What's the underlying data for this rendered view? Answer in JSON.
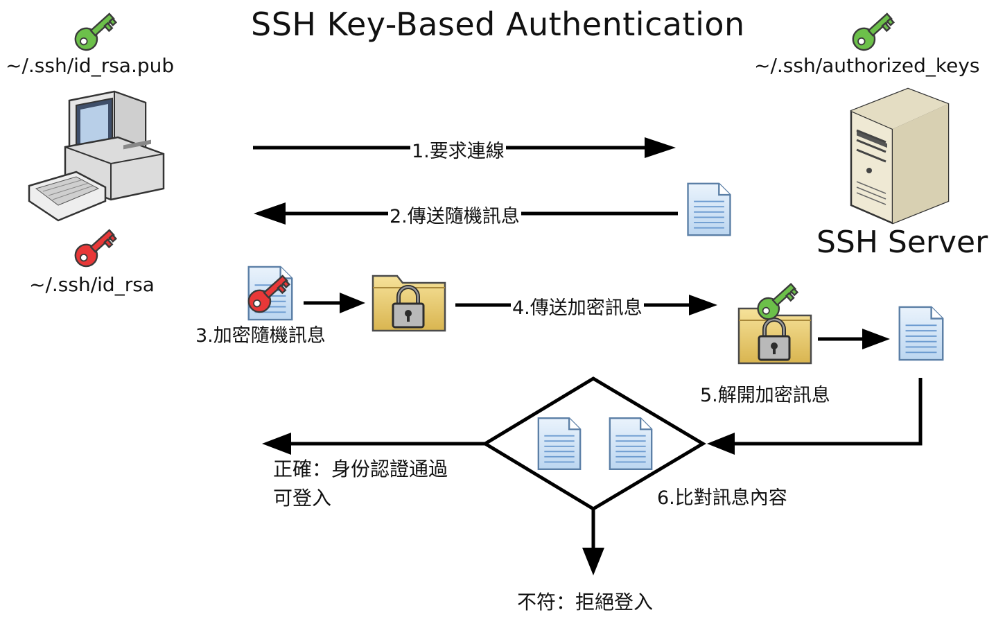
{
  "title": "SSH Key-Based Authentication",
  "client": {
    "public_key_path": "~/.ssh/id_rsa.pub",
    "private_key_path": "~/.ssh/id_rsa"
  },
  "server": {
    "authorized_keys_path": "~/.ssh/authorized_keys",
    "label": "SSH Server"
  },
  "steps": {
    "s1": "1.要求連線",
    "s2": "2.傳送隨機訊息",
    "s3": "3.加密隨機訊息",
    "s4": "4.傳送加密訊息",
    "s5": "5.解開加密訊息",
    "s6": "6.比對訊息內容"
  },
  "results": {
    "success_line1": "正確：身份認證通過",
    "success_line2": "可登入",
    "fail": "不符：拒絕登入"
  },
  "colors": {
    "public_key": "#6cc04a",
    "private_key": "#e83838",
    "document": "#cfe3f7",
    "folder": "#e8c766"
  },
  "icons": [
    "green-key-icon",
    "red-key-icon",
    "computer-icon",
    "server-icon",
    "document-icon",
    "locked-folder-icon",
    "lock-icon"
  ]
}
